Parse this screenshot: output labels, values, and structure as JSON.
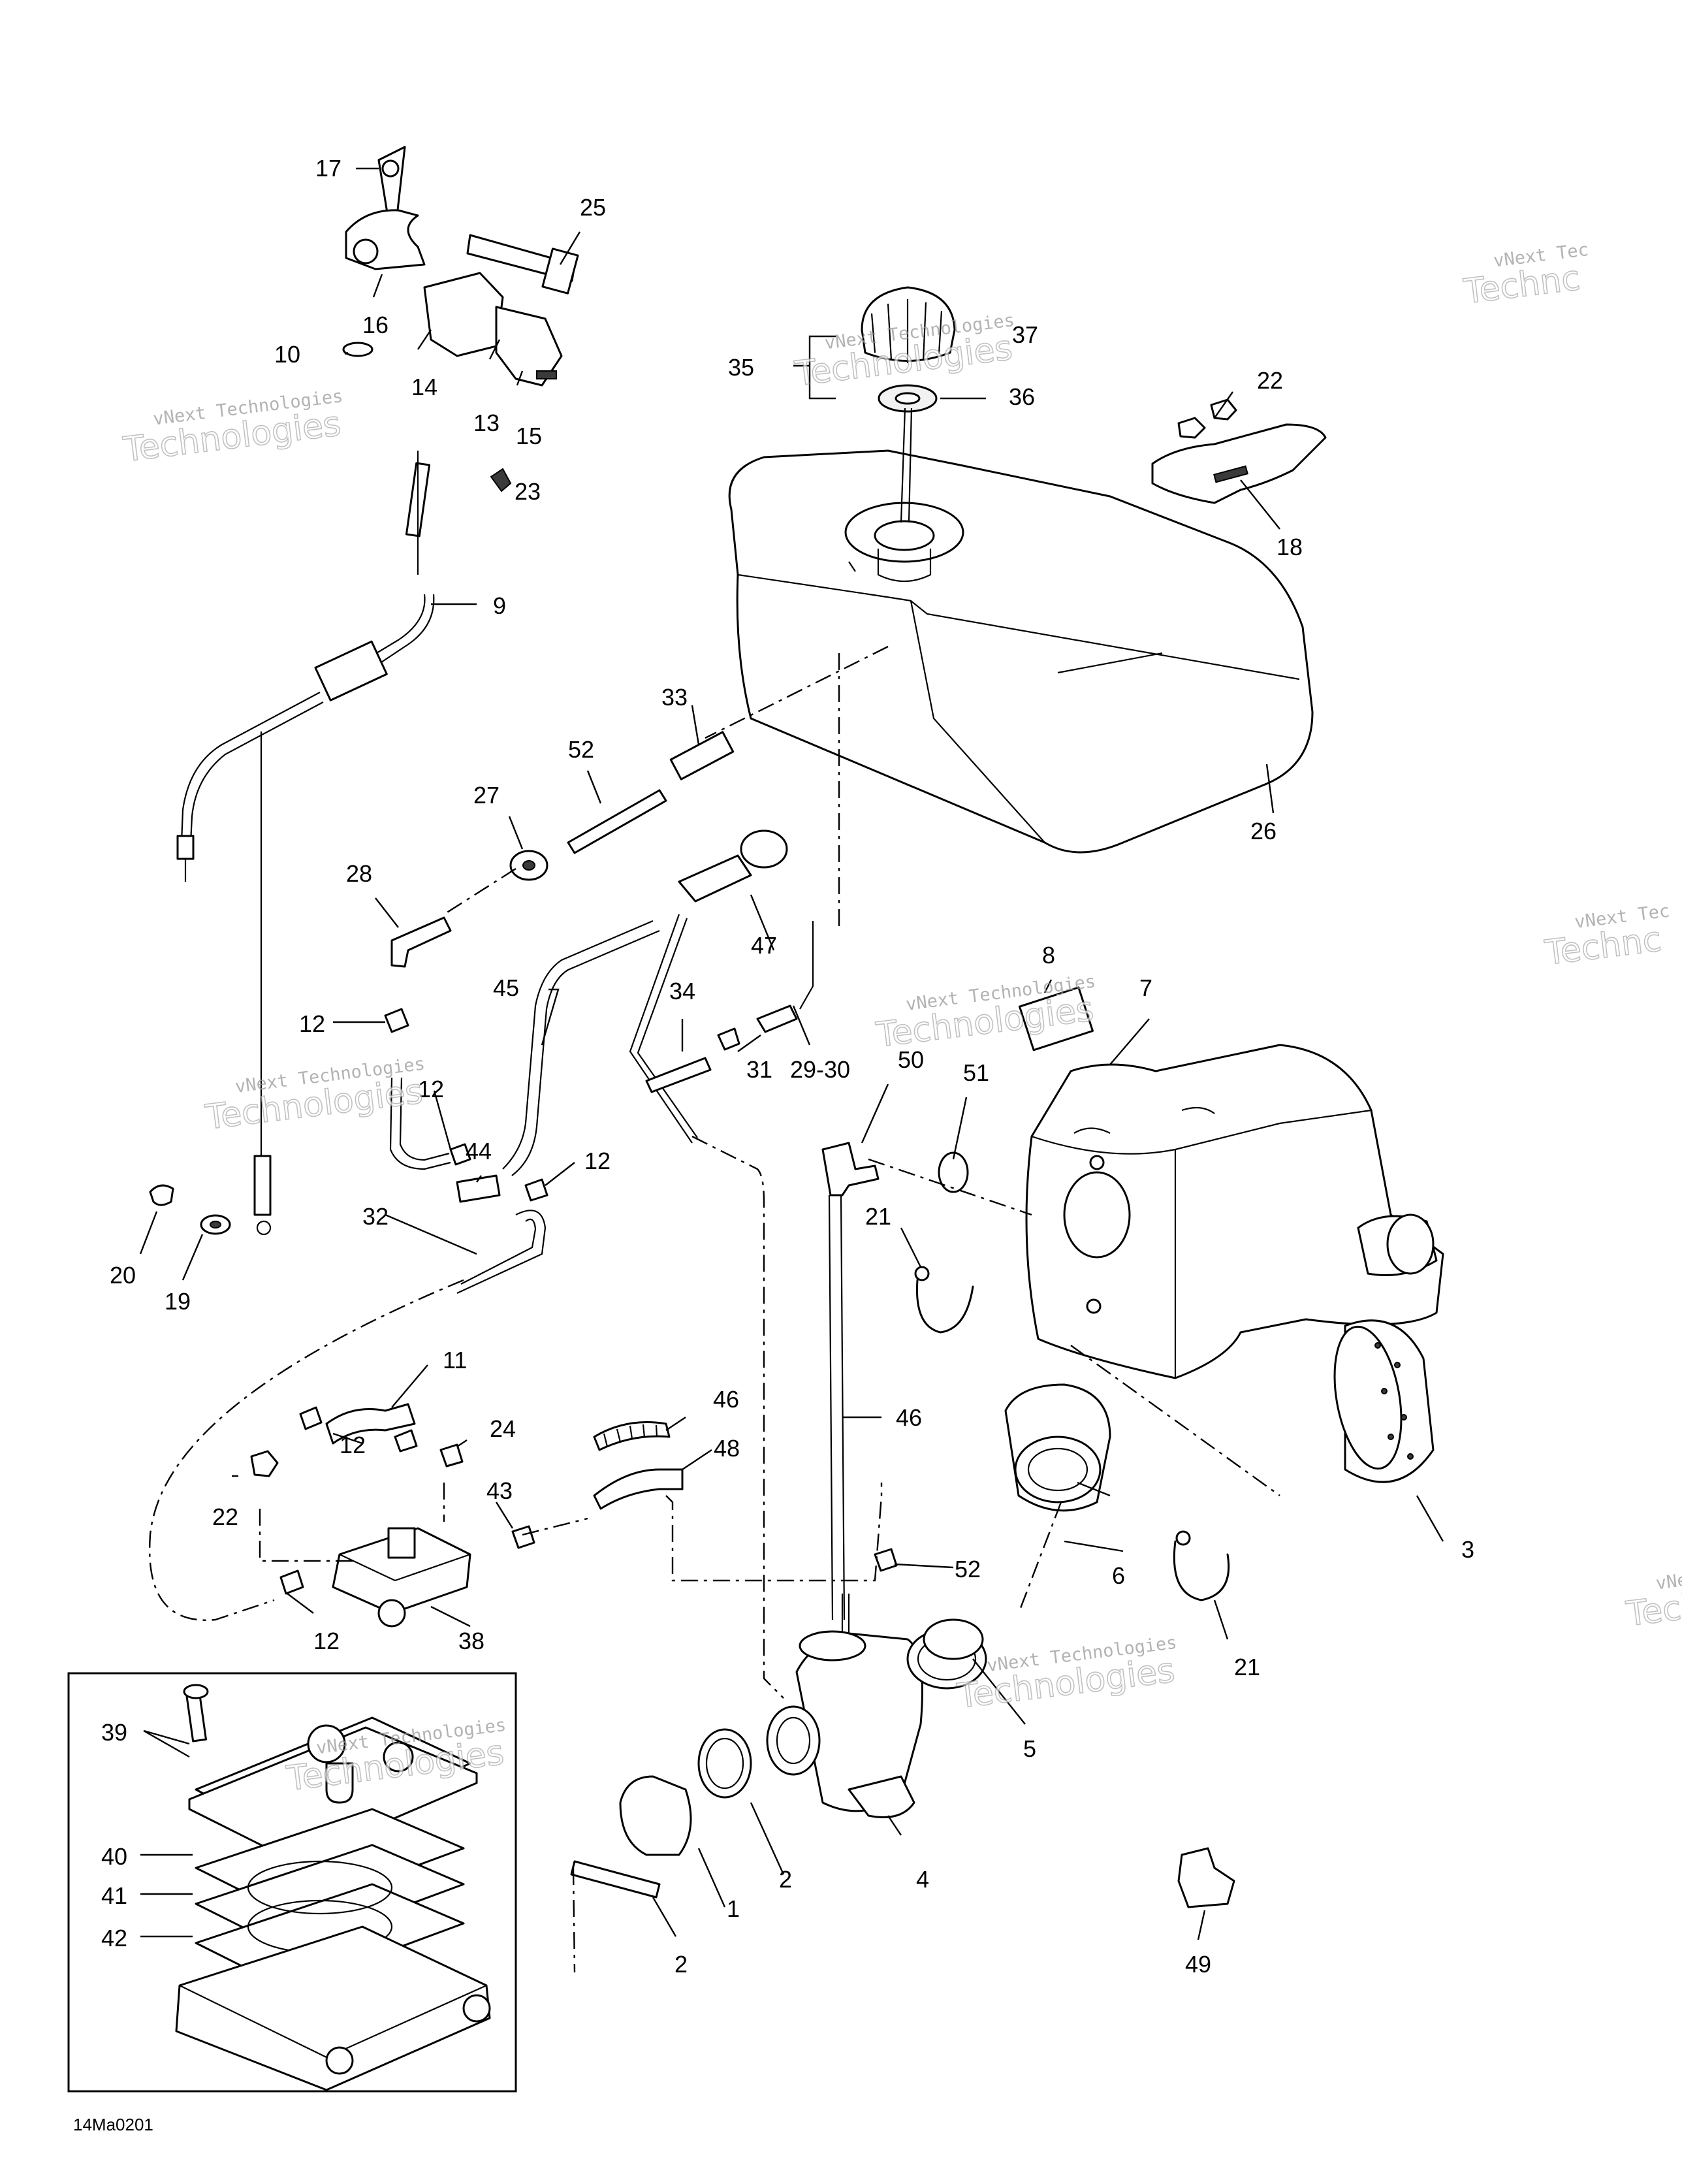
{
  "figure_id": "14Ma0201",
  "watermark": {
    "line1": "vNext Technologies",
    "line2": "Technologies",
    "partial_line1": "vNext Tec",
    "partial_line2": "Technc"
  },
  "callouts": {
    "c1": "1",
    "c2a": "2",
    "c2b": "2",
    "c3": "3",
    "c4": "4",
    "c5": "5",
    "c6": "6",
    "c7": "7",
    "c8": "8",
    "c9": "9",
    "c10": "10",
    "c11": "11",
    "c12a": "12",
    "c12b": "12",
    "c12c": "12",
    "c12d": "12",
    "c12e": "12",
    "c13": "13",
    "c14": "14",
    "c15": "15",
    "c16": "16",
    "c17": "17",
    "c18": "18",
    "c19": "19",
    "c20": "20",
    "c21a": "21",
    "c21b": "21",
    "c22a": "22",
    "c22b": "22",
    "c23": "23",
    "c24": "24",
    "c25": "25",
    "c26": "26",
    "c27": "27",
    "c28": "28",
    "c29": "29-30",
    "c31": "31",
    "c32": "32",
    "c33": "33",
    "c34": "34",
    "c35": "35",
    "c36": "36",
    "c37": "37",
    "c38": "38",
    "c39": "39",
    "c40": "40",
    "c41": "41",
    "c42": "42",
    "c43": "43",
    "c44": "44",
    "c45": "45",
    "c46a": "46",
    "c46b": "46",
    "c47": "47",
    "c48": "48",
    "c49": "49",
    "c50": "50",
    "c51": "51",
    "c52a": "52",
    "c52b": "52"
  }
}
